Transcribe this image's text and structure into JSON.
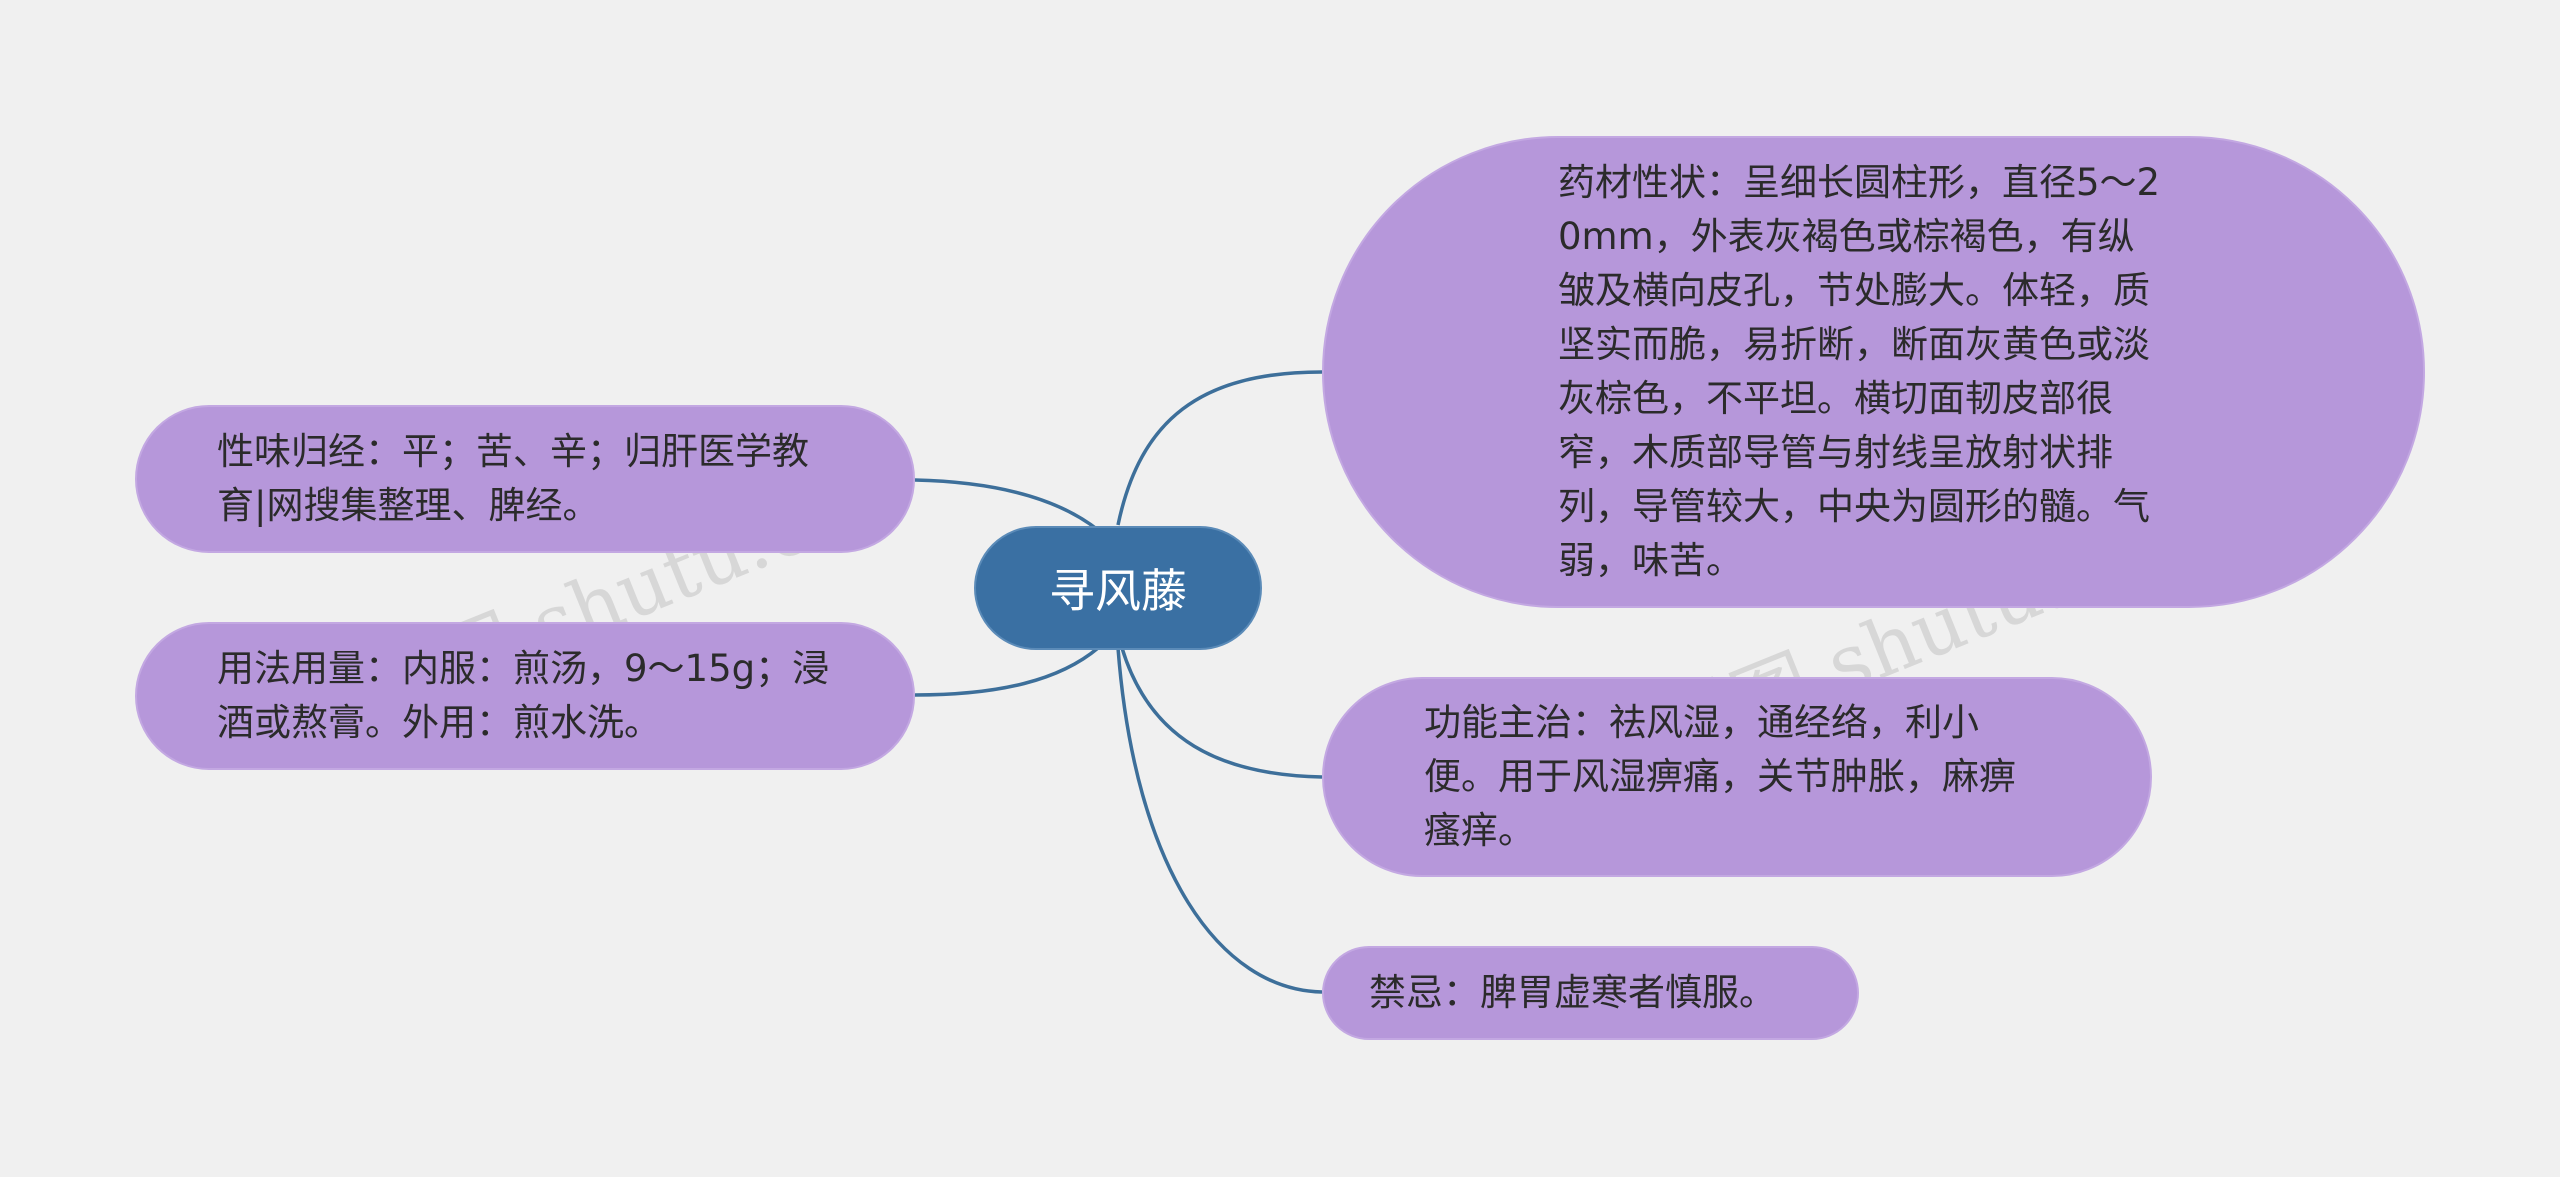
{
  "center": {
    "label": "寻风藤"
  },
  "left_nodes": [
    {
      "id": "taste",
      "text": "性味归经：平；苦、辛；归肝医学教育|网搜集整理、脾经。"
    },
    {
      "id": "dosage",
      "text": "用法用量：内服：煎汤，9～15g；浸酒或熬膏。外用：煎水洗。"
    }
  ],
  "right_nodes": [
    {
      "id": "properties",
      "text": "药材性状：呈细长圆柱形，直径5～20mm，外表灰褐色或棕褐色，有纵皱及横向皮孔，节处膨大。体轻，质坚实而脆，易折断，断面灰黄色或淡灰棕色，不平坦。横切面韧皮部很窄，木质部导管与射线呈放射状排列，导管较大，中央为圆形的髓。气弱，味苦。"
    },
    {
      "id": "function",
      "text": "功能主治：祛风湿，通经络，利小便。用于风湿痹痛，关节肿胀，麻痹瘙痒。"
    },
    {
      "id": "contra",
      "text": "禁忌：脾胃虚寒者慎服。"
    }
  ],
  "watermarks": [
    "树图 shutu.cn",
    "树图 shutu.cn"
  ],
  "colors": {
    "background": "#f0f0f0",
    "center_fill": "#3a70a3",
    "node_fill": "#b697da",
    "link": "#3d6f9a"
  }
}
